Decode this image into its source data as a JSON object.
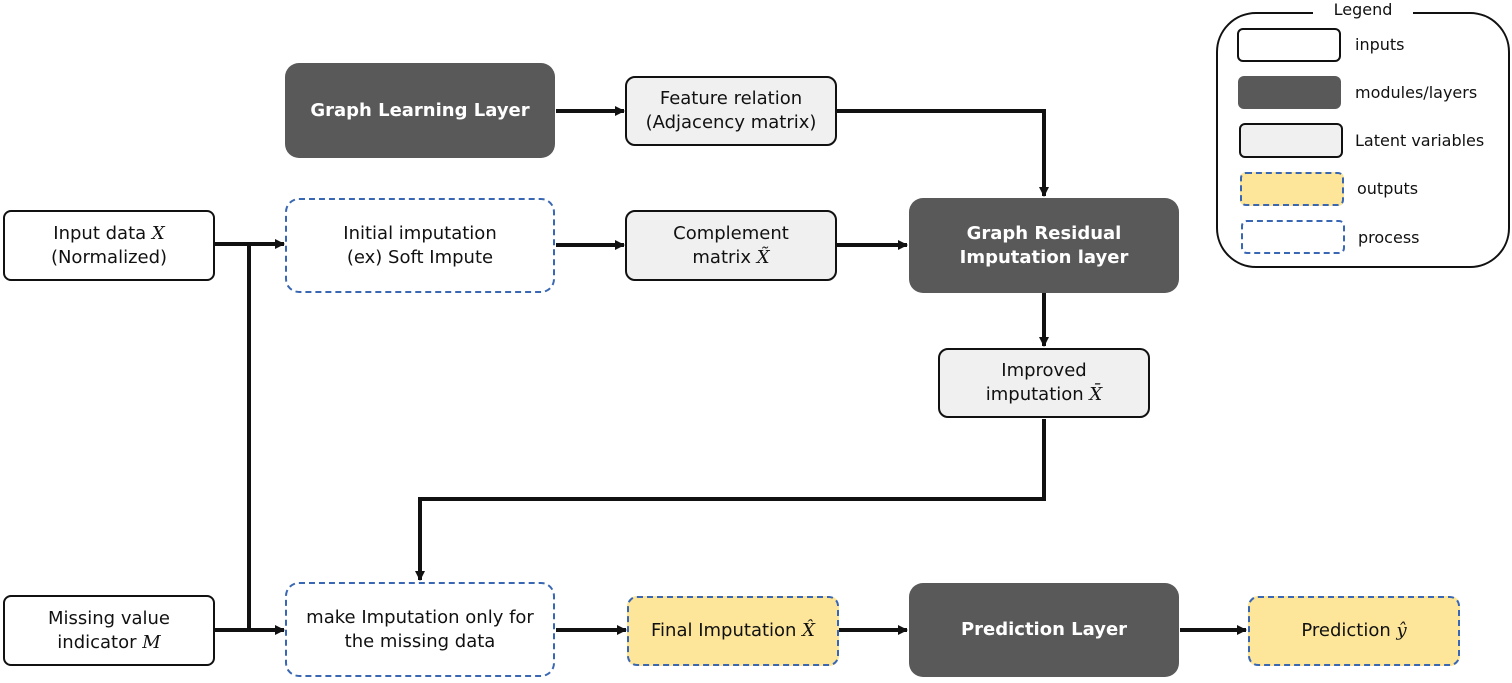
{
  "nodes": {
    "graph_learning": "Graph Learning Layer",
    "feature_relation": [
      "Feature relation",
      "(Adjacency matrix)"
    ],
    "input_data": {
      "text": "Input data ",
      "math": "X",
      "line2": "(Normalized)"
    },
    "initial_imputation": [
      "Initial imputation",
      "(ex) Soft Impute"
    ],
    "complement": {
      "line1": "Complement",
      "text": "matrix ",
      "math": "X̃"
    },
    "graph_residual": [
      "Graph Residual",
      "Imputation layer"
    ],
    "improved": {
      "line1": "Improved",
      "text": "imputation ",
      "math": "X̄"
    },
    "missing_indicator": {
      "line1": "Missing value",
      "text": "indicator ",
      "math": "M"
    },
    "make_imputation": [
      "make Imputation only for",
      "the missing data"
    ],
    "final_imputation": {
      "text": "Final Imputation ",
      "math": "X̂"
    },
    "prediction_layer": "Prediction Layer",
    "prediction": {
      "text": "Prediction ",
      "math": "ŷ"
    }
  },
  "legend": {
    "title": "Legend",
    "items": [
      "inputs",
      "modules/layers",
      "Latent variables",
      "outputs",
      "process"
    ]
  },
  "colors": {
    "module": "#595959",
    "latent": "#f0f0f0",
    "output": "#fde59a",
    "process_border": "#3a67b3",
    "line": "#111111"
  }
}
